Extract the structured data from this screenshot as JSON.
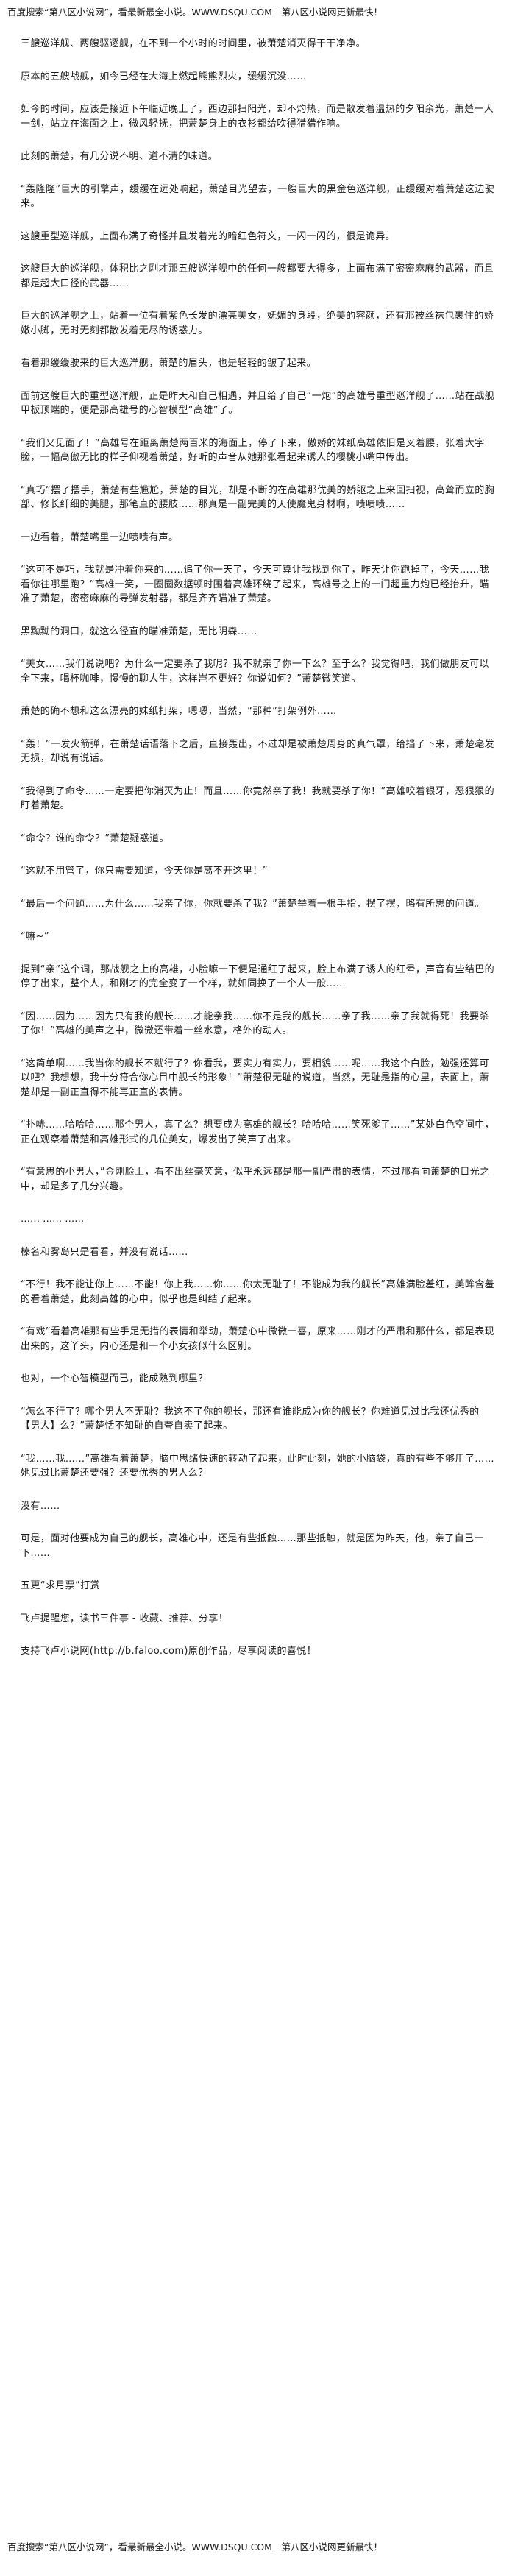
{
  "header_banner": "百度搜索“第八区小说网”，看最新最全小说。WWW.DSQU.COM　第八区小说网更新最快！",
  "paragraphs": [
    "三艘巡洋舰、两艘驱逐舰，在不到一个小时的时间里，被萧楚消灭得干干净净。",
    "原本的五艘战舰，如今已经在大海上燃起熊熊烈火，缓缓沉没……",
    "如今的时间，应该是接近下午临近晚上了，西边那扫阳光，却不灼热，而是散发着温热的夕阳余光，萧楚一人一剑，站立在海面之上，微风轻抚，把萧楚身上的衣衫都给吹得猎猎作响。",
    "此刻的萧楚，有几分说不明、道不清的味道。",
    "“轰隆隆”巨大的引擎声，缓缓在远处响起，萧楚目光望去，一艘巨大的黑金色巡洋舰，正缓缓对着萧楚这边驶来。",
    "这艘重型巡洋舰，上面布满了奇怪并且发着光的暗红色符文，一闪一闪的，很是诡异。",
    "这艘巨大的巡洋舰，体积比之刚才那五艘巡洋舰中的任何一艘都要大得多，上面布满了密密麻麻的武器，而且都是超大口径的武器……",
    "巨大的巡洋舰之上，站着一位有着紫色长发的漂亮美女，妩媚的身段，绝美的容颜，还有那被丝袜包裹住的娇嫩小脚，无时无刻都散发着无尽的诱惑力。",
    "看着那缓缓驶来的巨大巡洋舰，萧楚的眉头，也是轻轻的皱了起来。",
    "面前这艘巨大的重型巡洋舰，正是昨天和自己相遇，并且给了自己“一炮”的高雄号重型巡洋舰了……站在战舰甲板顶端的，便是那高雄号的心智模型“高雄”了。",
    "“我们又见面了！”高雄号在距离萧楚两百米的海面上，停了下来，傲娇的妹纸高雄依旧是叉着腰，张着大字脸，一幅高傲无比的样子仰视着萧楚，好听的声音从她那张看起来诱人的樱桃小嘴中传出。",
    "“真巧”摆了摆手，萧楚有些尴尬，萧楚的目光，却是不断的在高雄那优美的娇躯之上来回扫视，高耸而立的胸部、修长纤细的美腿，那笔直的腰肢……那真是一副完美的天使魔鬼身材啊，啧啧啧……",
    "一边看着，萧楚嘴里一边啧啧有声。",
    "“这可不是巧，我就是冲着你来的……追了你一天了，今天可算让我找到你了，昨天让你跑掉了，今天……我看你往哪里跑？”高雄一笑，一圈圈数据顿时围着高雄环绕了起来，高雄号之上的一门超重力炮已经抬升，瞄准了萧楚，密密麻麻的导弹发射器，都是齐齐瞄准了萧楚。",
    "黑黝黝的洞口，就这么径直的瞄准萧楚，无比阴森……",
    "“美女……我们说说吧？为什么一定要杀了我呢？我不就亲了你一下么？至于么？我觉得吧，我们做朋友可以全下来，喝杯咖啡，慢慢的聊人生，这样岂不更好？你说如何？”萧楚微笑道。",
    "萧楚的确不想和这么漂亮的妹纸打架，嗯嗯，当然，“那种”打架例外……",
    "“轰！”一发火箭弹，在萧楚话语落下之后，直接轰出，不过却是被萧楚周身的真气罩，给挡了下来，萧楚毫发无损，却说有说话。",
    "“我得到了命令……一定要把你消灭为止！而且……你竟然亲了我！我就要杀了你！”高雄咬着银牙，恶狠狠的盯着萧楚。",
    "“命令？谁的命令？”萧楚疑惑道。",
    "“这就不用管了，你只需要知道，今天你是离不开这里！”",
    "“最后一个问题……为什么……我亲了你，你就要杀了我？”萧楚举着一根手指，摆了摆，略有所思的问道。",
    "“嘛~”",
    "提到“亲”这个词，那战舰之上的高雄，小脸嘛一下便是通红了起来，脸上布满了诱人的红晕，声音有些结巴的停了出来，整个人，和刚才的完全变了一个样，就如同换了一个人一般……",
    "“因……因为……因为只有我的舰长……才能亲我……你不是我的舰长……亲了我……亲了我就得死！我要杀了你！”高雄的美声之中，微微还带着一丝水意，格外的动人。",
    "“这简单啊……我当你的舰长不就行了？你看我，要实力有实力，要相貌……呢……我这个白脸，勉强还算可以吧？我想想，我十分符合你心目中舰长的形象！”萧楚很无耻的说道，当然，无耻是指的心里，表面上，萧楚却是一副正直得不能再正直的表情。",
    "“扑哧……哈哈哈……那个男人，真了么？想要成为高雄的舰长？哈哈哈……笑死爹了……”某处白色空间中，正在观察着萧楚和高雄形式的几位美女，爆发出了笑声了出来。",
    "“有意思的小男人，”金刚脸上，看不出丝毫笑意，似乎永远都是那一副严肃的表情，不过那看向萧楚的目光之中，却是多了几分兴趣。",
    "榛名和雾岛只是看看，并没有说话……",
    "“不行！我不能让你上……不能！你上我……你……你太无耻了！不能成为我的舰长”高雄满脸羞红，美眸含羞的看着萧楚，此刻高雄的心中，似乎也是纠结了起来。",
    "“有戏”看着高雄那有些手足无措的表情和举动，萧楚心中微微一喜，原来……刚才的严肃和那什么，都是表现出来的，这丫头，内心还是和一个小女孩似什么区别。",
    "也对，一个心智模型而已，能成熟到哪里？",
    "“怎么不行了？哪个男人不无耻？我这不了你的舰长，那还有谁能成为你的舰长？你难道见过比我还优秀的【男人】么？”萧楚恬不知耻的自夸自卖了起来。",
    "“我……我……”高雄看着萧楚，脑中思绪快速的转动了起来，此时此刻，她的小脑袋，真的有些不够用了……她见过比萧楚还要强？还要优秀的男人么？",
    "没有……",
    "可是，面对他要成为自己的舰长，高雄心中，还是有些抵触……那些抵触，就是因为昨天，他，亲了自己一下……",
    "五更“求月票”打赏",
    "飞卢提醒您，读书三件事 - 收藏、推荐、分享！",
    "支持飞卢小说网(http://b.faloo.com)原创作品，尽享阅读的喜悦！"
  ],
  "ellipsis_separator": "……   …… ……",
  "footer_banner": "百度搜索“第八区小说网”，看最新最全小说。WWW.DSQU.COM　第八区小说网更新最快！"
}
